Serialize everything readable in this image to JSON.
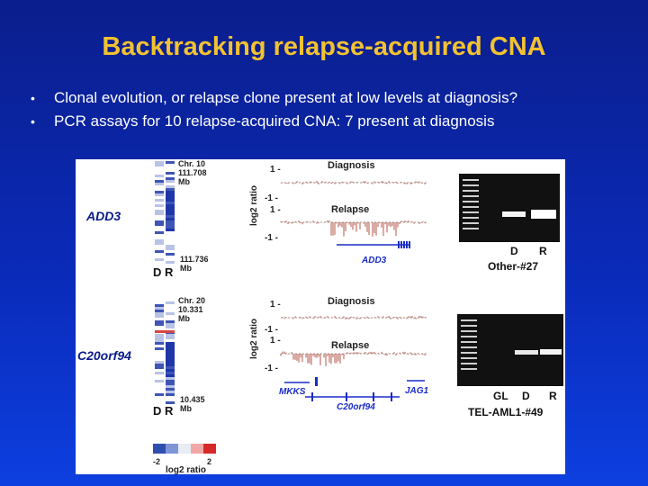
{
  "slide": {
    "title": "Backtracking relapse-acquired CNA",
    "bullets": [
      "Clonal evolution, or relapse clone present at low levels at diagnosis?",
      "PCR assays for 10 relapse-acquired CNA: 7 present at diagnosis"
    ]
  },
  "figure": {
    "panel1": {
      "gene": "ADD3",
      "chr": "Chr. 10",
      "start": "111.708",
      "end": "111.736",
      "unit": "Mb",
      "d": "D",
      "r": "R",
      "ylabel": "log2 ratio",
      "diag_title": "Diagnosis",
      "relapse_title": "Relapse",
      "tick_1": "1 -",
      "tick_m1": "-1 -",
      "gene_track": "ADD3",
      "gel_lanes": [
        "D",
        "R"
      ],
      "gel_title": "Other-#27"
    },
    "panel2": {
      "gene": "C20orf94",
      "chr": "Chr. 20",
      "start": "10.331",
      "end": "10.435",
      "unit": "Mb",
      "d": "D",
      "r": "R",
      "ylabel": "log2 ratio",
      "diag_title": "Diagnosis",
      "relapse_title": "Relapse",
      "tick_1": "1 -",
      "tick_m1": "-1 -",
      "gene_track_1": "MKKS",
      "gene_track_2": "JAG1",
      "gene_track_3": "C20orf94",
      "gel_lanes": [
        "GL",
        "D",
        "R"
      ],
      "gel_title": "TEL-AML1-#49"
    },
    "scale": {
      "min": "-2",
      "max": "2",
      "label": "log2 ratio",
      "colors": [
        "#2f4fb0",
        "#7f95d8",
        "#e8ecf5",
        "#f2a7a7",
        "#d62a2a"
      ]
    }
  }
}
